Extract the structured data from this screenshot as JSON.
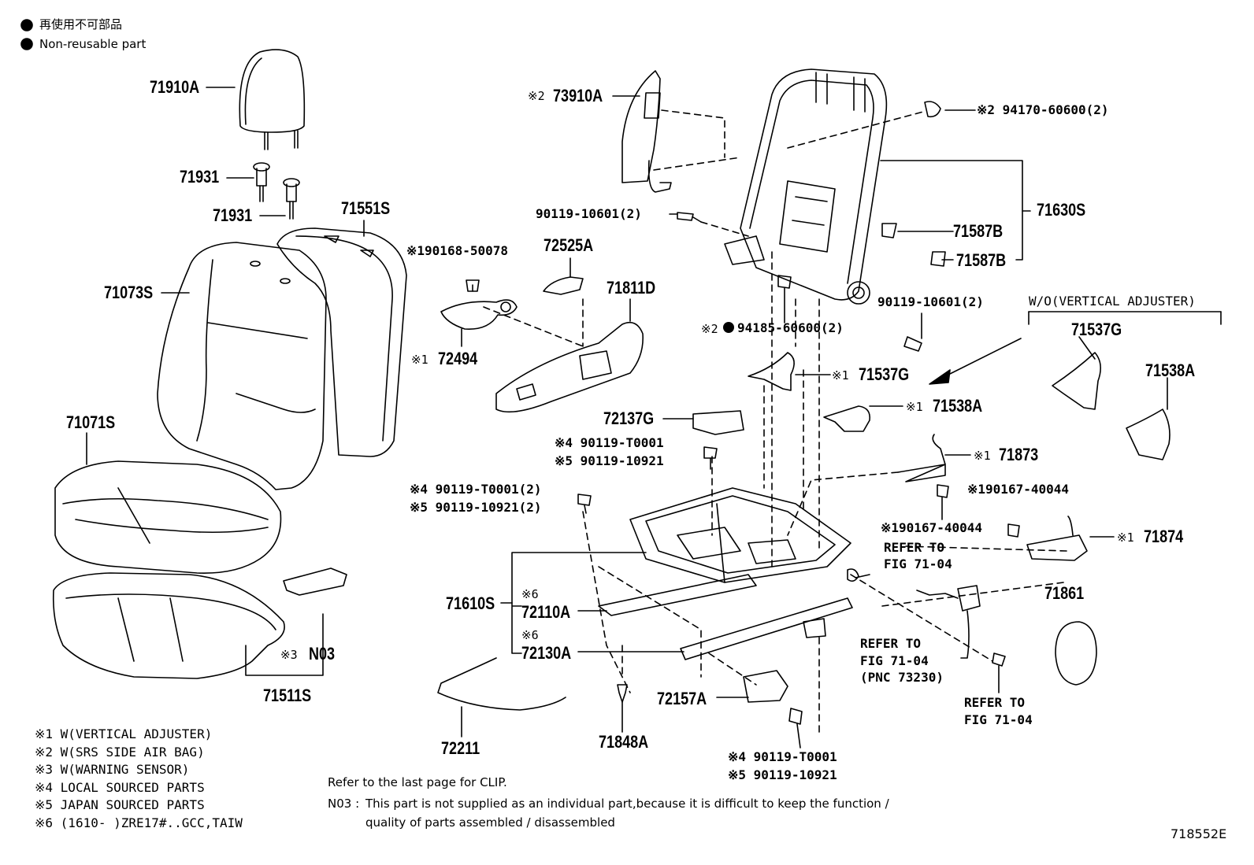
{
  "legend_top": {
    "jp": "再使用不可部品",
    "en": "Non-reusable part"
  },
  "parts": {
    "p71910A": "71910A",
    "p71931a": "71931",
    "p71931b": "71931",
    "p71551S": "71551S",
    "p71073S": "71073S",
    "p71071S": "71071S",
    "p71511S": "71511S",
    "pN03": "N03",
    "pN03_mark": "※3",
    "p73910A": "73910A",
    "p73910A_mark": "※2",
    "p90119_10601a": "90119-10601(2)",
    "p90168_50078": "※190168-50078",
    "p72525A": "72525A",
    "p71811D": "71811D",
    "p72494": "72494",
    "p72494_mark": "※1",
    "p94170": "※2 94170-60600(2)",
    "p71630S": "71630S",
    "p71587B_1": "71587B",
    "p71587B_2": "71587B",
    "p90119_10601b": "90119-10601(2)",
    "p94185": "94185-60600(2)",
    "p94185_mark": "※2",
    "p71537G_1": "71537G",
    "p71537G_1_mark": "※1",
    "p71538A_1": "71538A",
    "p71538A_1_mark": "※1",
    "p72137G": "72137G",
    "p90119T0001a": "※4  90119-T0001",
    "p90119_10921a": "※5  90119-10921",
    "p90119T0001b": "※4  90119-T0001(2)",
    "p90119_10921b": "※5  90119-10921(2)",
    "p71873": "71873",
    "p71873_mark": "※1",
    "p90167_a": "※190167-40044",
    "p90167_b": "※190167-40044",
    "p71874": "71874",
    "p71874_mark": "※1",
    "p71610S": "71610S",
    "p72110A": "72110A",
    "p72110A_mark": "※6",
    "p72130A": "72130A",
    "p72130A_mark": "※6",
    "p71861": "71861",
    "p72211": "72211",
    "p71848A": "71848A",
    "p72157A": "72157A",
    "p90119T0001c": "※4  90119-T0001",
    "p90119_10921c": "※5  90119-10921",
    "wo_label": "W/O(VERTICAL  ADJUSTER)",
    "p71537G_2": "71537G",
    "p71538A_2": "71538A"
  },
  "refers": {
    "r1_a": "REFER  TO",
    "r1_b": "FIG  71-04",
    "r2_a": "REFER  TO",
    "r2_b": "FIG  71-04",
    "r2_c": "(PNC  73230)",
    "r3_a": "REFER  TO",
    "r3_b": "FIG  71-04"
  },
  "footnotes": [
    "※1  W(VERTICAL  ADJUSTER)",
    "※2  W(SRS  SIDE  AIR  BAG)",
    "※3  W(WARNING  SENSOR)",
    "※4  LOCAL  SOURCED  PARTS",
    "※5  JAPAN  SOURCED  PARTS",
    "※6  (1610-      )ZRE17#..GCC,TAIW"
  ],
  "notes": {
    "clip": "Refer to the last page for CLIP.",
    "n03_key": "N03 :",
    "n03_line1": "This part is not supplied as an individual part,because it is difficult to keep the function /",
    "n03_line2": "quality of parts assembled / disassembled"
  },
  "figure_id": "718552E"
}
